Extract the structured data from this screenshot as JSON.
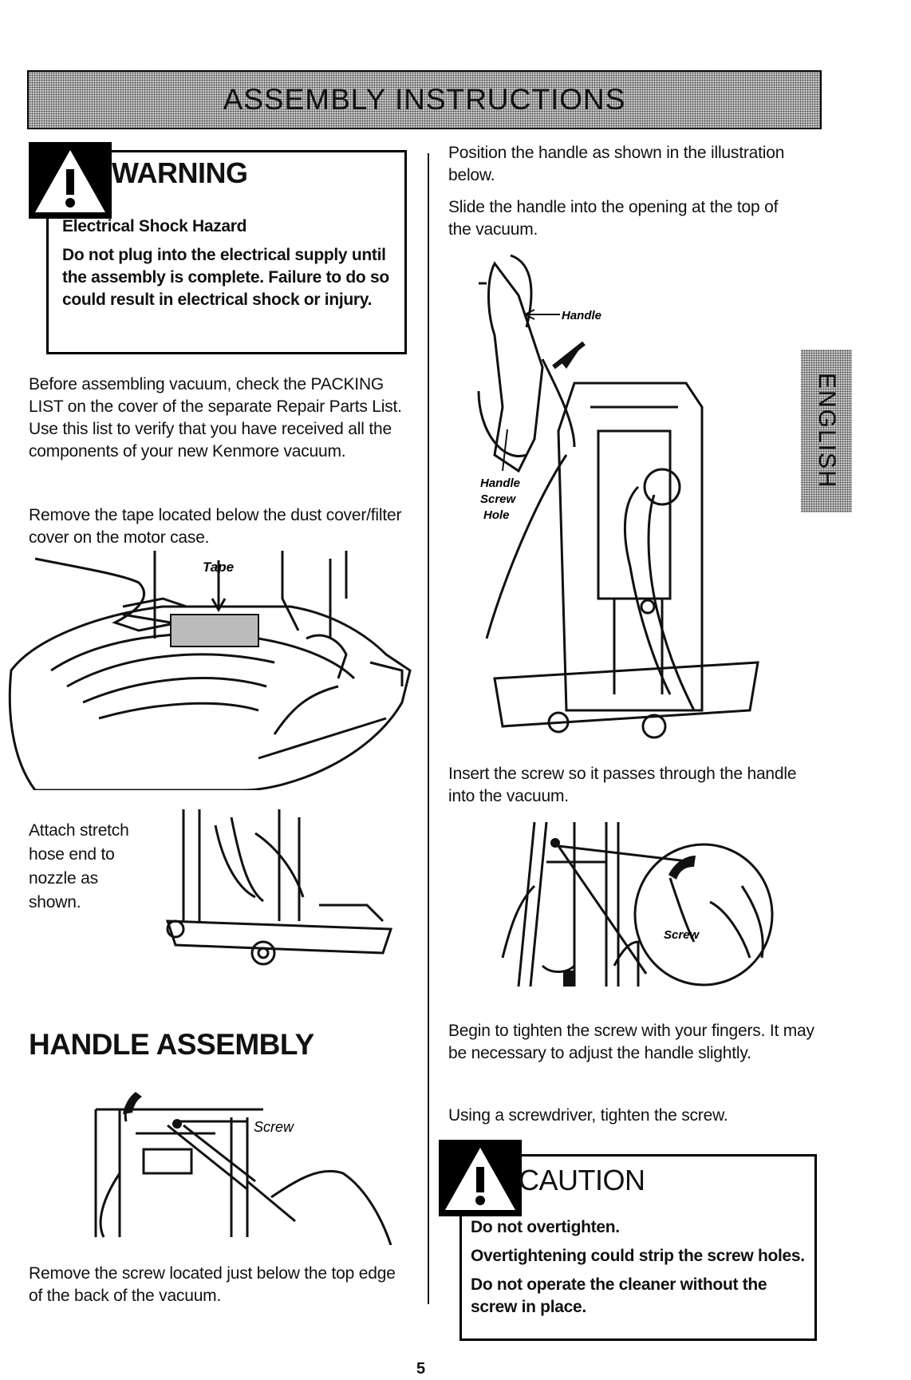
{
  "banner": {
    "title": "ASSEMBLY INSTRUCTIONS"
  },
  "side_tab": {
    "label": "ENGLISH"
  },
  "warning": {
    "title": "WARNING",
    "subtitle": "Electrical Shock Hazard",
    "body": "Do not plug into the electrical supply until the assembly is complete. Failure to do so could result in electrical shock or injury."
  },
  "left": {
    "p1": "Before assembling vacuum, check the PACKING LIST on the cover of the separate Repair Parts List. Use this list to verify that you have received all the components of your new Kenmore vacuum.",
    "p2": "Remove the tape located below the dust cover/filter cover on the motor case.",
    "tape_label": "Tape",
    "attach_text": "Attach stretch hose end to nozzle as shown.",
    "section_title": "HANDLE ASSEMBLY",
    "screw_label": "Screw",
    "p3": "Remove the screw located just below the top edge of the back of the vacuum."
  },
  "right": {
    "p1": "Position the handle as shown in the illustration below.",
    "p2": "Slide the handle into the opening at the top of the vacuum.",
    "handle_label": "Handle",
    "hole_label_1": "Handle",
    "hole_label_2": "Screw",
    "hole_label_3": "Hole",
    "p3": "Insert the screw so it passes through the handle into the vacuum.",
    "screw_label": "Screw",
    "p4": "Begin to tighten the screw with your fingers. It may be necessary to adjust the handle slightly.",
    "p5": "Using a screwdriver, tighten the screw."
  },
  "caution": {
    "title": "CAUTION",
    "line1": "Do not overtighten.",
    "line2": "Overtightening could strip the screw holes.",
    "line3": "Do not operate the cleaner without the screw in place."
  },
  "page_number": "5"
}
